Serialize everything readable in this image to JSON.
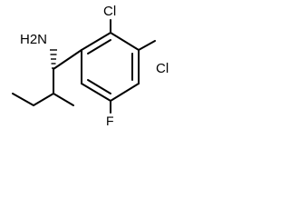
{
  "molecule": {
    "labels": {
      "amine": "H2N",
      "chloro_top": "Cl",
      "chloro_right": "Cl",
      "fluoro": "F"
    }
  }
}
